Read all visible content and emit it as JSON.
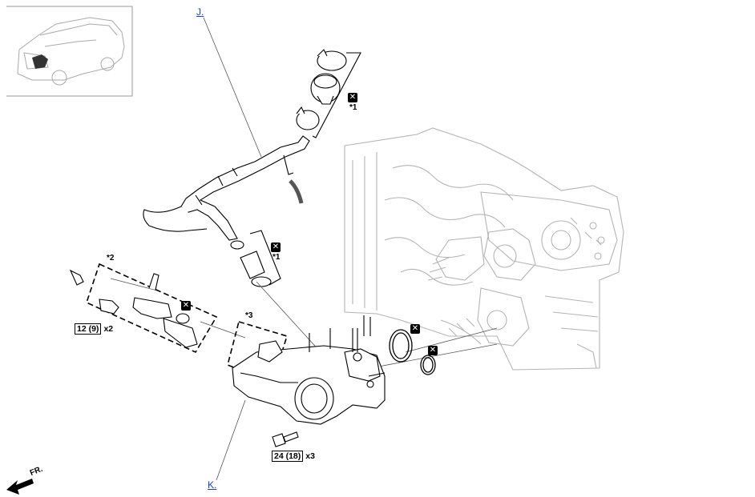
{
  "links": {
    "top": "J.",
    "bottom": "K."
  },
  "callouts": {
    "note1_a": "*1",
    "note1_b": "*1",
    "note2": "*2",
    "note3": "*3"
  },
  "torques": [
    {
      "value": "12 (9)",
      "qty": "x2"
    },
    {
      "value": "24 (18)",
      "qty": "x3"
    }
  ],
  "direction": {
    "label": "FR."
  },
  "icons": {
    "replace_part": "non-reusable-part-icon"
  },
  "colors": {
    "line": "#000000",
    "link": "#1a3fd6",
    "engine_bg": "#9a9a9a",
    "frame": "#999999"
  }
}
